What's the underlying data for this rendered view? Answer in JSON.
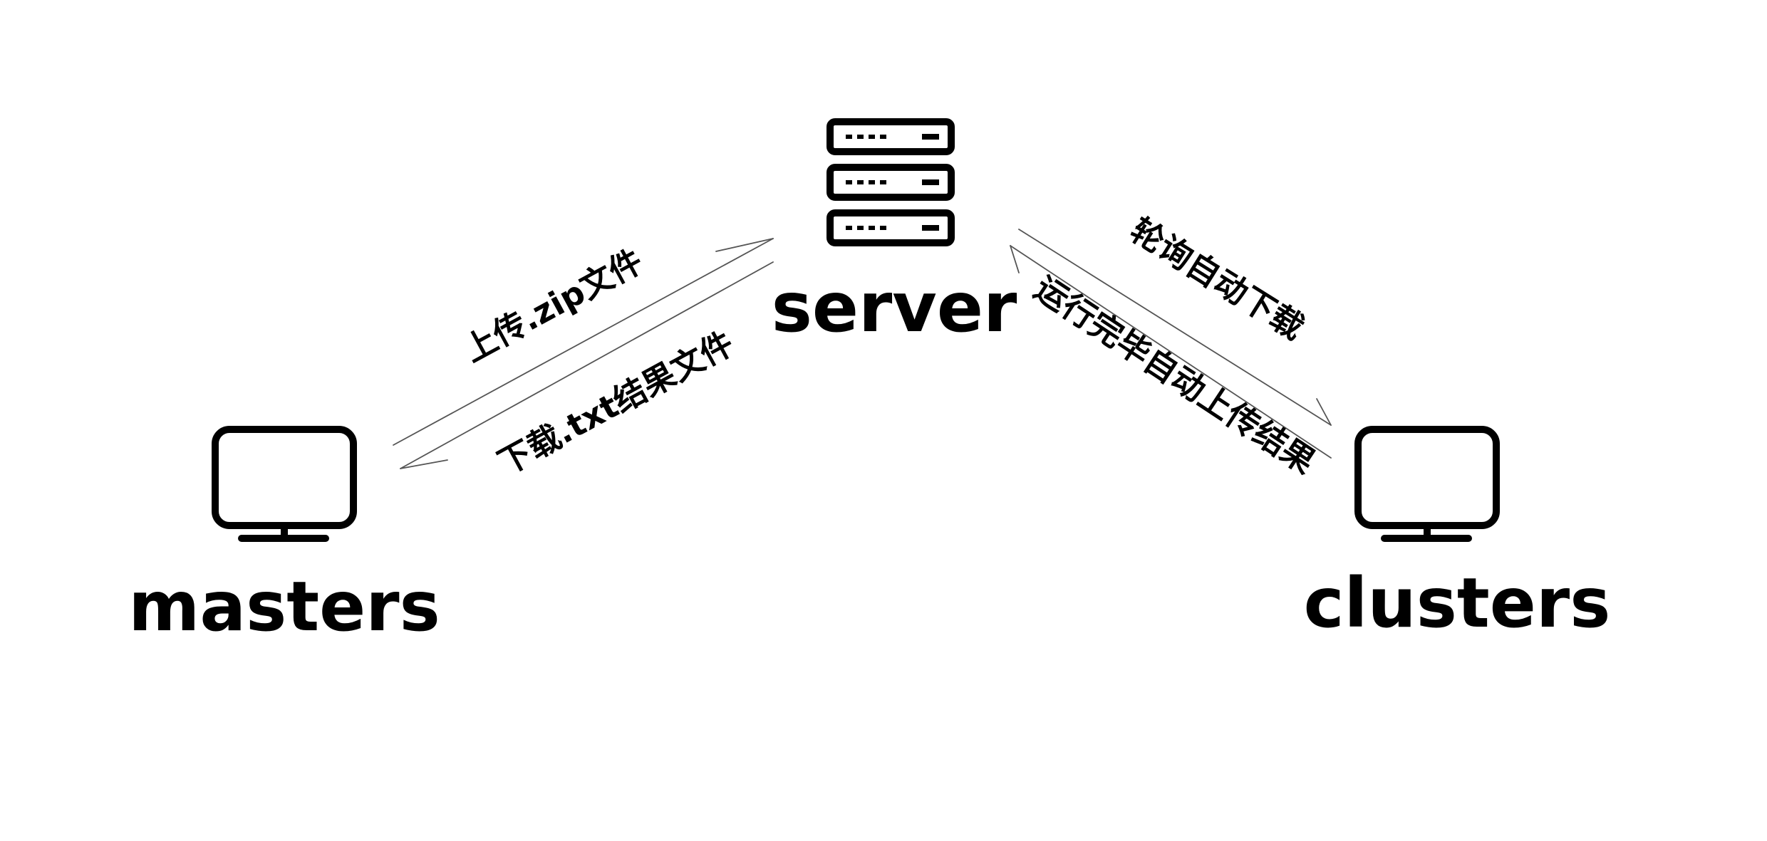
{
  "nodes": {
    "server": {
      "label": "server",
      "icon": "server-rack-icon"
    },
    "masters": {
      "label": "masters",
      "icon": "monitor-icon"
    },
    "clusters": {
      "label": "clusters",
      "icon": "monitor-icon"
    }
  },
  "edges": {
    "masters_to_server": {
      "label": "上传.zip文件"
    },
    "server_to_masters": {
      "label": "下载.txt结果文件"
    },
    "server_to_clusters": {
      "label": "轮询自动下载"
    },
    "clusters_to_server": {
      "label": "运行完毕自动上传结果"
    }
  },
  "colors": {
    "ink": "#000000",
    "arrow": "#555555",
    "background": "#ffffff"
  }
}
